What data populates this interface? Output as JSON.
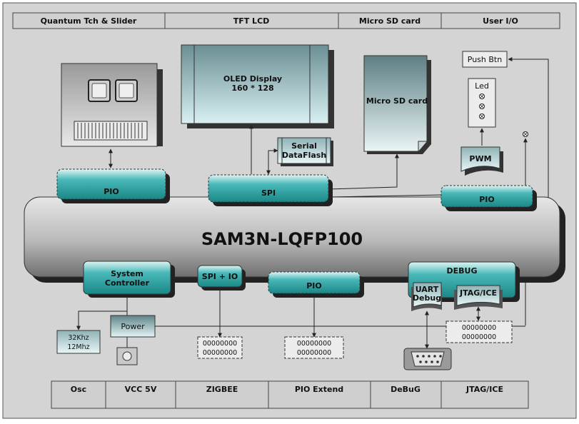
{
  "top_bar": [
    "Quantum Tch & Slider",
    "TFT LCD",
    "Micro SD card",
    "User I/O"
  ],
  "bottom_bar": [
    "Osc",
    "VCC 5V",
    "ZIGBEE",
    "PIO Extend",
    "DeBuG",
    "JTAG/ICE"
  ],
  "mcu": {
    "title": "SAM3N-LQFP100"
  },
  "blocks": {
    "pio_left": "PIO",
    "spi": "SPI",
    "pio_right": "PIO",
    "system_controller": [
      "System",
      "Controller"
    ],
    "spi_io": "SPI + IO",
    "pio_bottom": "PIO",
    "debug": "DEBUG",
    "uart_debug": [
      "UART",
      "Debug"
    ],
    "jtag_ice": "JTAG/ICE"
  },
  "peripherals": {
    "oled": [
      "OLED Display",
      "160 * 128"
    ],
    "micro_sd": "Micro SD card",
    "serial_dataflash": [
      "Serial",
      "DataFlash"
    ],
    "push_btn": "Push Btn",
    "led": "Led",
    "pwm": "PWM",
    "power": "Power",
    "osc": [
      "32Khz",
      "12Mhz"
    ]
  },
  "headers": {
    "spi_io_pins": [
      "00000000",
      "00000000"
    ],
    "pio_pins": [
      "00000000",
      "00000000"
    ],
    "jtag_pins": [
      "00000000",
      "00000000"
    ]
  }
}
